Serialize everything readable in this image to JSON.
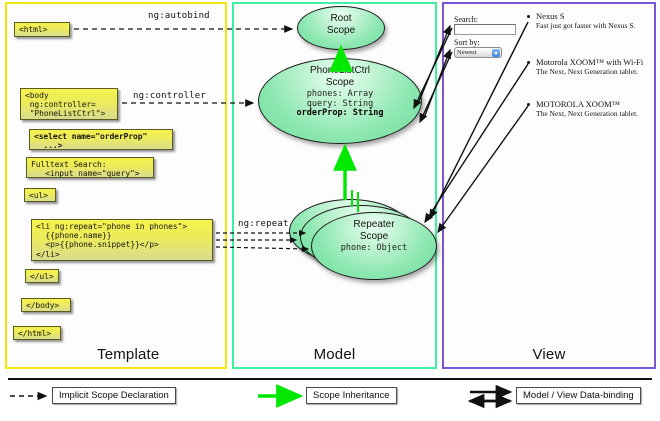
{
  "panels": {
    "template": {
      "label": "Template",
      "border_color": "#f2e50c"
    },
    "model": {
      "label": "Model",
      "border_color": "#3ff0a0"
    },
    "view": {
      "label": "View",
      "border_color": "#7a55d6"
    }
  },
  "template_boxes": [
    {
      "id": "html-open",
      "text": "<html>"
    },
    {
      "id": "body-open",
      "text": "<body\n ng:controller=\n \"PhoneListCtrl\">"
    },
    {
      "id": "select-tag",
      "text": "<select name=\"orderProp\"\n  ...>"
    },
    {
      "id": "search-tag",
      "text": "Fulltext Search:\n   <input name=\"query\">"
    },
    {
      "id": "ul-open",
      "text": "<ul>"
    },
    {
      "id": "li-repeat",
      "text": "<li ng:repeat=\"phone in phones\">\n  {{phone.name}}\n  <p>{{phone.snippet}}</p>\n</li>"
    },
    {
      "id": "ul-close",
      "text": "</ul>"
    },
    {
      "id": "body-close",
      "text": "</body>"
    },
    {
      "id": "html-close",
      "text": "</html>"
    }
  ],
  "connectors": [
    {
      "id": "ng-autobind",
      "label": "ng:autobind"
    },
    {
      "id": "ng-controller",
      "label": "ng:controller"
    },
    {
      "id": "ng-repeat",
      "label": "ng:repeat"
    }
  ],
  "scopes": [
    {
      "id": "root-scope",
      "title_line1": "Root",
      "title_line2": "Scope",
      "props": []
    },
    {
      "id": "phonelistctrl-scope",
      "title_line1": "PhoneListCtrl",
      "title_line2": "Scope",
      "props": [
        {
          "text": "phones: Array",
          "bold": false
        },
        {
          "text": "query: String",
          "bold": false
        },
        {
          "text": "orderProp: String",
          "bold": true
        }
      ]
    },
    {
      "id": "repeater-scope",
      "title_line1": "Repeater",
      "title_line2": "Scope",
      "props": [
        {
          "text": "phone: Object",
          "bold": false
        }
      ]
    }
  ],
  "view": {
    "search_label": "Search:",
    "search_value": "",
    "sort_label": "Sort by:",
    "sort_selected": "Newest",
    "sort_options": [
      "Newest"
    ],
    "phones": [
      {
        "name": "Nexus S",
        "snippet": "Fast just got faster with Nexus S."
      },
      {
        "name": "Motorola XOOM™ with Wi-Fi",
        "snippet": "The Next, Next Generation tablet."
      },
      {
        "name": "MOTOROLA XOOM™",
        "snippet": "The Next, Next Generation tablet."
      }
    ]
  },
  "legend": [
    {
      "id": "implicit-scope-declaration",
      "label": "Implicit Scope Declaration",
      "style": "dashed-arrow",
      "color": "#111111"
    },
    {
      "id": "scope-inheritance",
      "label": "Scope Inheritance",
      "style": "solid-arrow",
      "color": "#00e800"
    },
    {
      "id": "model-view-data-binding",
      "label": "Model / View Data-binding",
      "style": "double-arrow",
      "color": "#111111"
    }
  ]
}
